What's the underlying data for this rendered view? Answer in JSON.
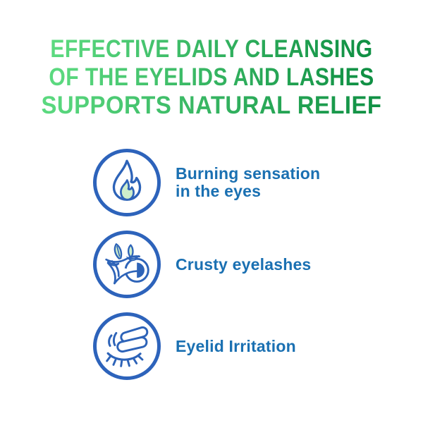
{
  "heading": {
    "lines": [
      "EFFECTIVE DAILY CLEANSING",
      "OF THE EYELIDS AND LASHES",
      "SUPPORTS NATURAL RELIEF"
    ]
  },
  "items": [
    {
      "icon": "flame-icon",
      "label": "Burning sensation\nin the eyes"
    },
    {
      "icon": "crusty-eyelashes-icon",
      "label": "Crusty eyelashes"
    },
    {
      "icon": "eye-rubbing-icon",
      "label": "Eyelid Irritation"
    }
  ],
  "colors": {
    "background": "#ffffff",
    "heading_gradient_start": "#5bd97f",
    "heading_gradient_end": "#109044",
    "label_blue": "#1a70b2",
    "icon_blue": "#2d63b8",
    "badge_border_blue": "#2d63bb",
    "mint_green": "#cdeecb",
    "crust_tint": "#d3eedd"
  }
}
